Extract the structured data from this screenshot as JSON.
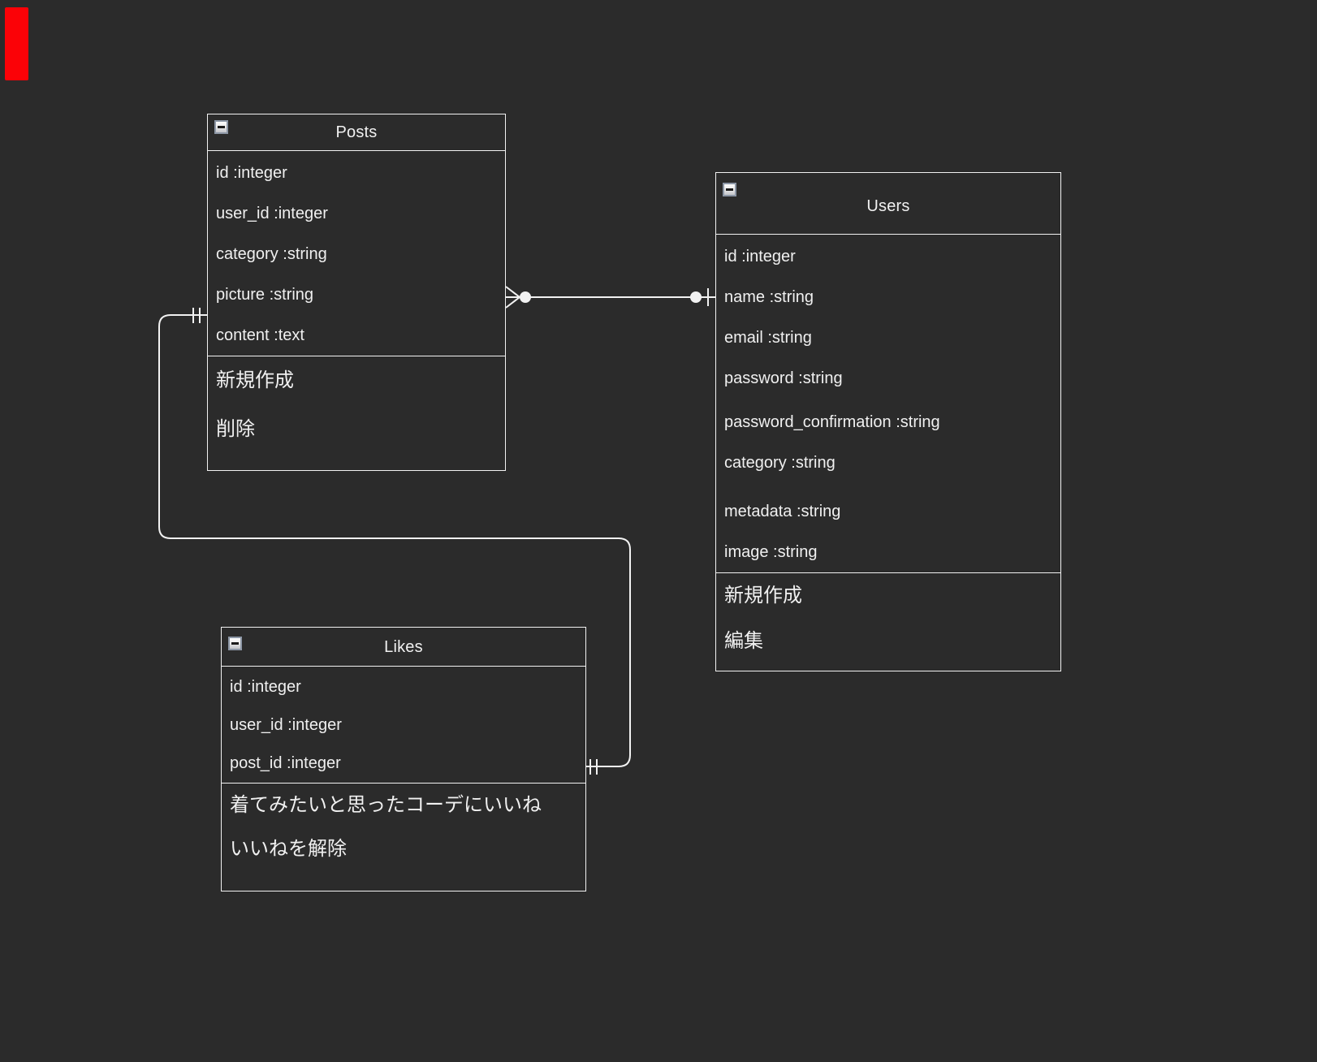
{
  "theme": {
    "background": "#2b2b2b",
    "line": "#f2f2f2",
    "text": "#f0f0f0",
    "marker": "#fb0207",
    "icon_border": "#8d97a6",
    "icon_minus": "#1b1b1b"
  },
  "tables": {
    "posts": {
      "title": "Posts",
      "collapse_icon": "minus-icon",
      "fields": [
        "id :integer",
        "user_id :integer",
        "category :string",
        "picture :string",
        "content :text"
      ],
      "notes": [
        "新規作成",
        "削除"
      ]
    },
    "users": {
      "title": "Users",
      "collapse_icon": "minus-icon",
      "fields": [
        "id :integer",
        "name :string",
        "email :string",
        "password :string",
        {
          "label": "password_confirmation :string",
          "gap": "small"
        },
        "category :string",
        {
          "label": "metadata :string",
          "gap": "large"
        },
        "image :string"
      ],
      "notes": [
        "新規作成",
        "編集"
      ]
    },
    "likes": {
      "title": "Likes",
      "collapse_icon": "minus-icon",
      "fields": [
        "id :integer",
        "user_id :integer",
        "post_id :integer"
      ],
      "notes": [
        "着てみたいと思ったコーデにいいね",
        "いいねを解除"
      ]
    }
  },
  "relationships": [
    {
      "from": "Posts",
      "to": "Users",
      "from_notation": "crow-foot-with-dot (many)",
      "to_notation": "dot-with-tick (one)"
    },
    {
      "from": "Posts",
      "to": "Likes",
      "from_notation": "double-tick (one)",
      "to_notation": "double-tick (one)"
    }
  ]
}
